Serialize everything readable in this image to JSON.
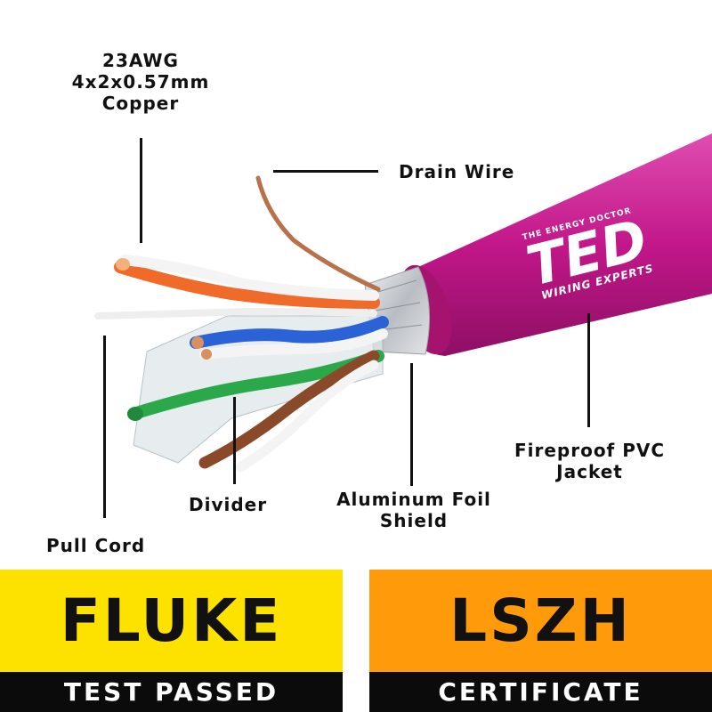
{
  "callouts": {
    "awg": "23AWG",
    "dimension": "4x2x0.57mm",
    "material": "Copper",
    "drain_wire": "Drain Wire",
    "jacket_line1": "Fireproof PVC",
    "jacket_line2": "Jacket",
    "divider": "Divider",
    "foil_line1": "Aluminum Foil",
    "foil_line2": "Shield",
    "pull_cord": "Pull Cord"
  },
  "brand": {
    "name": "TED",
    "tagline_top": "THE ENERGY DOCTOR",
    "tagline_bottom": "WIRING EXPERTS"
  },
  "badges": [
    {
      "title": "FLUKE",
      "subtitle": "TEST PASSED",
      "color": "#fde200"
    },
    {
      "title": "LSZH",
      "subtitle": "CERTIFICATE",
      "color": "#ff9a0b"
    }
  ],
  "colors": {
    "jacket": "#c2178a",
    "foil": "#c8ccd1",
    "copper": "#b8714a",
    "orange_pair": "#f06a2a",
    "blue_pair": "#2b63d6",
    "green_pair": "#2aa84a",
    "brown_pair": "#8a4a2a"
  }
}
